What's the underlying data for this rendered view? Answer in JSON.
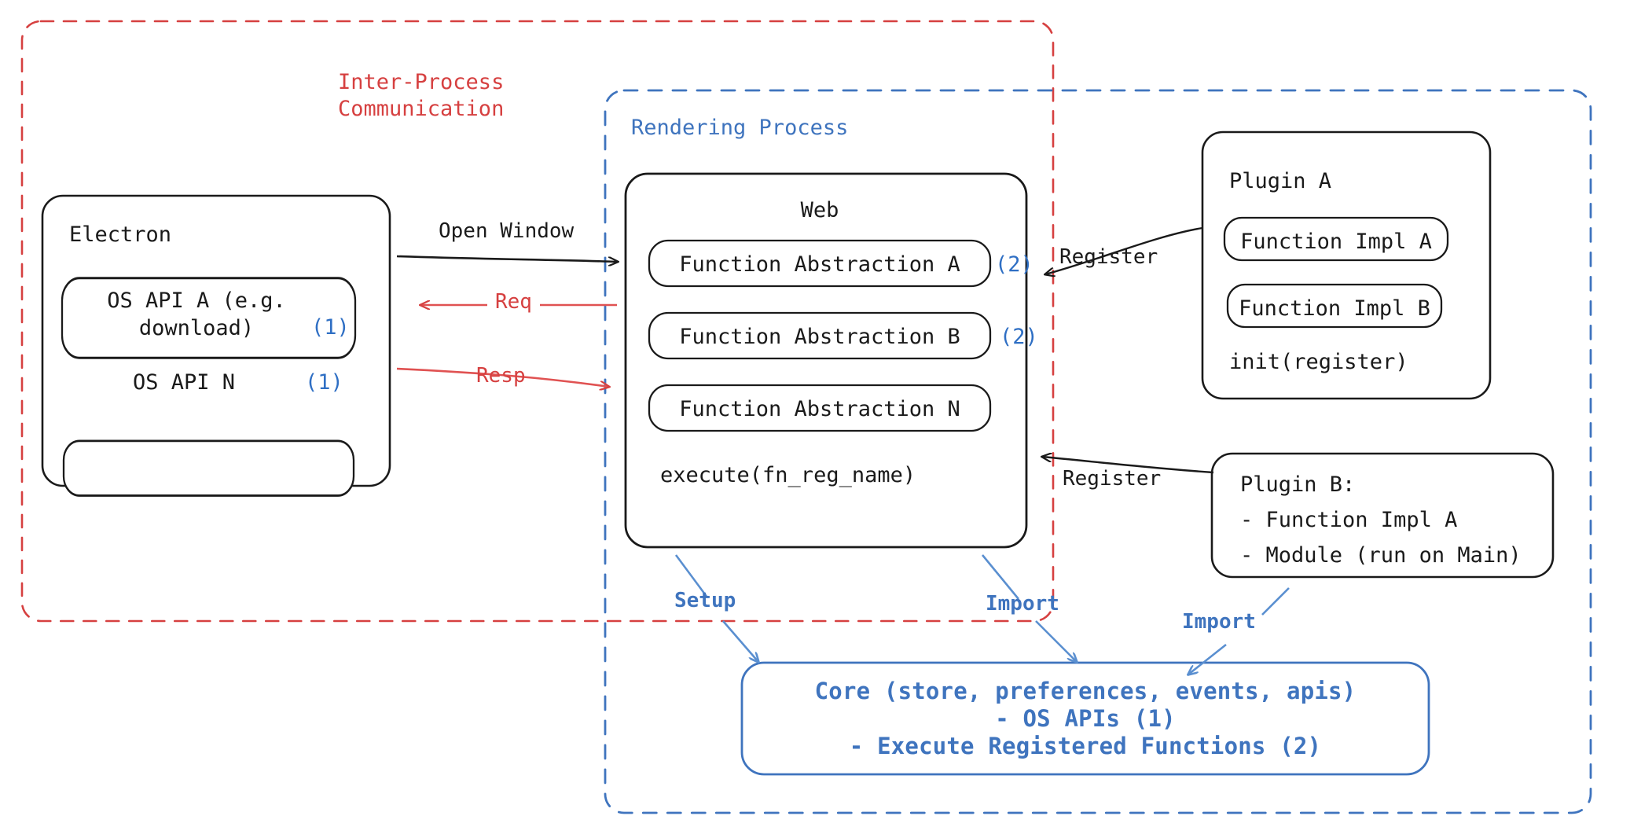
{
  "diagram": {
    "title": "Electron plugin architecture",
    "colors": {
      "ipc_red": "#d64040",
      "process_blue": "#3f74be",
      "marker_blue": "#2f6fc4",
      "stroke_black": "#1a1a1a",
      "background": "#ffffff"
    }
  },
  "groups": {
    "ipc": {
      "label_line1": "Inter-Process",
      "label_line2": "Communication",
      "color": "#d64040",
      "style": "dashed"
    },
    "rendering": {
      "label": "Rendering Process",
      "color": "#3f74be",
      "style": "dashed"
    }
  },
  "nodes": {
    "electron": {
      "title": "Electron",
      "items": [
        {
          "label": "OS API A (e.g.\ndownload)",
          "marker": "(1)"
        },
        {
          "label": "OS API N",
          "marker": "(1)"
        }
      ]
    },
    "web": {
      "title": "Web",
      "items": [
        {
          "label": "Function Abstraction A",
          "marker": "(2)"
        },
        {
          "label": "Function Abstraction B",
          "marker": "(2)"
        },
        {
          "label": "Function Abstraction N",
          "marker": ""
        }
      ],
      "footer": "execute(fn_reg_name)"
    },
    "plugin_a": {
      "title": "Plugin A",
      "items": [
        {
          "label": "Function Impl A"
        },
        {
          "label": "Function Impl B"
        }
      ],
      "footer": "init(register)"
    },
    "plugin_b": {
      "title": "Plugin B:",
      "lines": [
        "- Function Impl A",
        "- Module (run on Main)"
      ]
    },
    "core": {
      "line1": "Core (store, preferences, events, apis)",
      "line2": "- OS APIs (1)",
      "line3": "- Execute Registered Functions (2)",
      "color": "#3f74be"
    }
  },
  "edges": [
    {
      "id": "open-window",
      "label": "Open Window",
      "color": "#1a1a1a",
      "from": "electron",
      "to": "web"
    },
    {
      "id": "req",
      "label": "Req",
      "color": "#d64040",
      "from": "web",
      "to": "electron"
    },
    {
      "id": "resp",
      "label": "Resp",
      "color": "#d64040",
      "from": "electron",
      "to": "web"
    },
    {
      "id": "register-a",
      "label": "Register",
      "color": "#1a1a1a",
      "from": "plugin_a",
      "to": "web"
    },
    {
      "id": "register-b",
      "label": "Register",
      "color": "#1a1a1a",
      "from": "plugin_b",
      "to": "web"
    },
    {
      "id": "setup",
      "label": "Setup",
      "color": "#3f74be",
      "from": "web",
      "to": "core"
    },
    {
      "id": "import-web",
      "label": "Import",
      "color": "#3f74be",
      "from": "web",
      "to": "core"
    },
    {
      "id": "import-plugin-b",
      "label": "Import",
      "color": "#3f74be",
      "from": "plugin_b",
      "to": "core"
    }
  ]
}
